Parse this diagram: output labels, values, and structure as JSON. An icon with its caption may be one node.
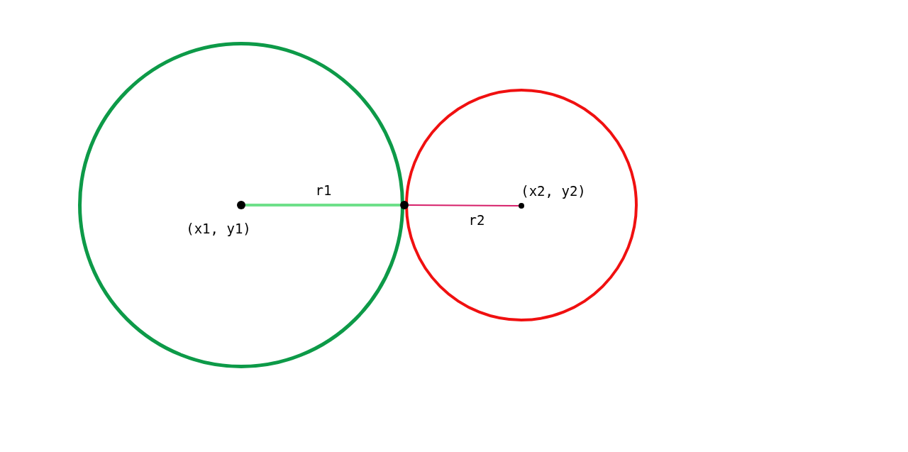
{
  "diagram": {
    "nodes": [
      {
        "text": [],
        "shape": "circle"
      },
      {
        "text": [],
        "shape": "dot",
        "in": 0,
        "beside": [
          "(x1, y1)"
        ]
      },
      {
        "text": [],
        "shape": "dot"
      },
      {
        "text": [],
        "shape": "circle"
      },
      {
        "text": [],
        "shape": "dot",
        "in": 3,
        "beside": [
          "(x2, y2)"
        ]
      }
    ],
    "edges": [
      {
        "from": 1,
        "to": 2,
        "arrow": "none",
        "label": "r1",
        "style": "thick",
        "color": "#6ee08a"
      },
      {
        "from": 2,
        "to": 4,
        "arrow": "none",
        "label": "r2",
        "color": "#d61f69"
      }
    ]
  }
}
